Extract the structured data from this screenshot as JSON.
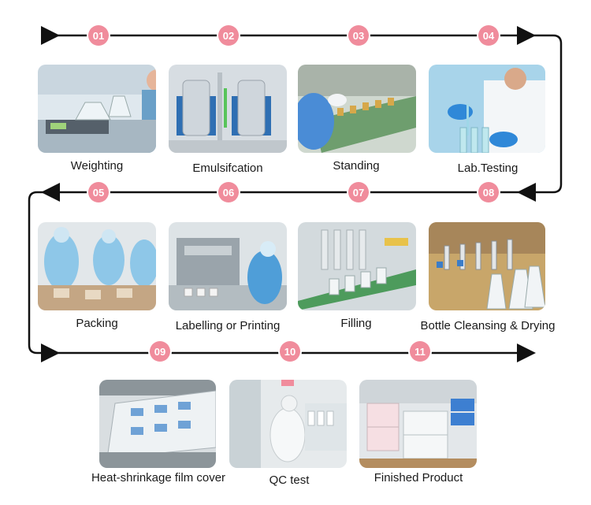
{
  "steps": [
    {
      "number": "01",
      "label": "Weighting",
      "icon": "weighing-scale-icon"
    },
    {
      "number": "02",
      "label": "Emulsifcation",
      "icon": "emulsifier-tank-icon"
    },
    {
      "number": "03",
      "label": "Standing",
      "icon": "standing-tray-icon"
    },
    {
      "number": "04",
      "label": "Lab.Testing",
      "icon": "lab-pipette-icon"
    },
    {
      "number": "05",
      "label": "Packing",
      "icon": "packing-workers-icon"
    },
    {
      "number": "06",
      "label": "Labelling or Printing",
      "icon": "labelling-machine-icon"
    },
    {
      "number": "07",
      "label": "Filling",
      "icon": "filling-line-icon"
    },
    {
      "number": "08",
      "label": "Bottle Cleansing & Drying",
      "icon": "bottle-rack-icon"
    },
    {
      "number": "09",
      "label": "Heat-shrinkage film cover",
      "icon": "shrink-film-icon"
    },
    {
      "number": "10",
      "label": "QC test",
      "icon": "qc-lab-icon"
    },
    {
      "number": "11",
      "label": "Finished Product",
      "icon": "finished-pallet-icon"
    }
  ],
  "colors": {
    "badge": "#f08c9c",
    "line": "#111111",
    "label": "#1a1a1a"
  }
}
